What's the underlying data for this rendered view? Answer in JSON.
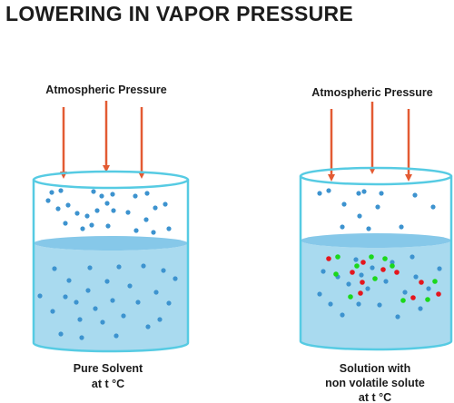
{
  "title": "LOWERING IN VAPOR PRESSURE",
  "colors": {
    "arrow": "#e35b33",
    "beaker_outline": "#56cbe3",
    "liquid": "#a9daef",
    "liquid_surface": "#86c8e9",
    "solvent_particle": "#3d93cf",
    "solute_red": "#e5161d",
    "solute_green": "#1bd81b"
  },
  "beakers": [
    {
      "id": "pure-solvent",
      "pressure_label": "Atmospheric Pressure",
      "caption_lines": [
        "Pure Solvent",
        "at t °C"
      ],
      "solute": false
    },
    {
      "id": "solution",
      "pressure_label": "Atmospheric Pressure",
      "caption_lines": [
        "Solution with",
        "non volatile solute",
        "at t °C"
      ],
      "solute": true
    }
  ]
}
